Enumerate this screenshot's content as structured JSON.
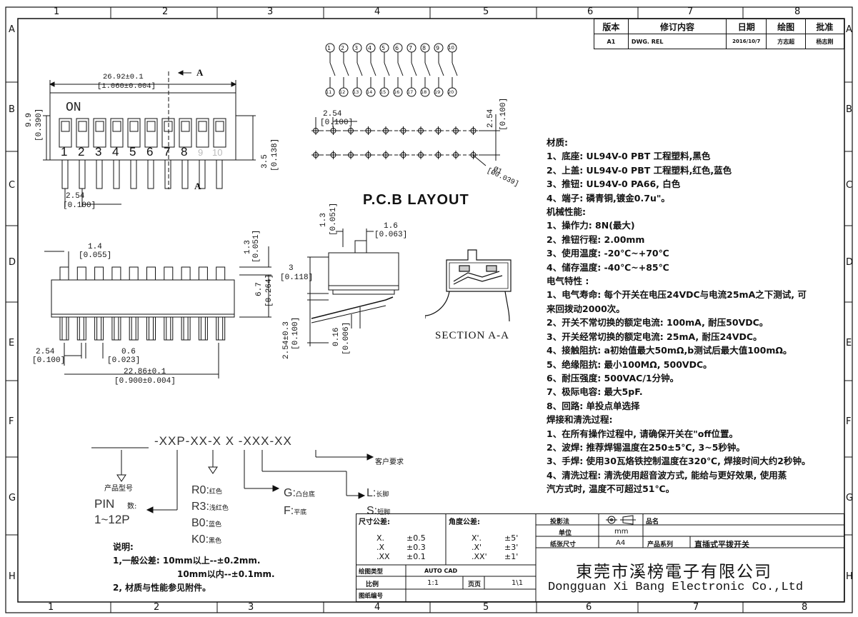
{
  "frame": {
    "col_numbers": [
      "1",
      "2",
      "3",
      "4",
      "5",
      "6",
      "7",
      "8"
    ],
    "row_letters": [
      "A",
      "B",
      "C",
      "D",
      "E",
      "F",
      "G",
      "H"
    ]
  },
  "revision_table": {
    "headers": [
      "版本",
      "修订内容",
      "日期",
      "绘图",
      "批准"
    ],
    "row": [
      "A1",
      "DWG. REL",
      "2016/10/7",
      "方志超",
      "杨志刚"
    ]
  },
  "top_view": {
    "on_label": "ON",
    "switch_numbers": [
      "1",
      "2",
      "3",
      "4",
      "5",
      "6",
      "7",
      "8",
      "9",
      "10"
    ],
    "dim_width": "26.92±0.1",
    "dim_width_in": "[1.060±0.004]",
    "section_mark": "A",
    "dim_height": "9.9",
    "dim_height_in": "[0.390]",
    "dim_pin": "3.5",
    "dim_pin_in": "[0.138]",
    "dim_pitch": "2.54",
    "dim_pitch_in": "[0.100]"
  },
  "schematic": {
    "top_pins": [
      "1",
      "2",
      "3",
      "4",
      "5",
      "6",
      "7",
      "8",
      "9",
      "10"
    ],
    "bottom_pins": [
      "11",
      "12",
      "13",
      "14",
      "15",
      "16",
      "17",
      "18",
      "19",
      "20"
    ]
  },
  "pcb": {
    "title": "P.C.B  LAYOUT",
    "pitch": "2.54",
    "pitch_in": "[0.100]",
    "row_pitch": "2.54",
    "row_pitch_in": "[0.100]",
    "hole": "Ø1",
    "hole_in": "[Ø0.039]"
  },
  "front_view": {
    "d1": "1.4",
    "d1_in": "[0.055]",
    "d2": "1.3",
    "d2_in": "[0.051]",
    "d3": "6.7",
    "d3_in": "[0.264]",
    "d4": "2.54",
    "d4_in": "[0.100]",
    "d5": "0.6",
    "d5_in": "[0.023]",
    "d6": "22.86±0.1",
    "d6_in": "[0.900±0.004]"
  },
  "side_view": {
    "d1": "1.3",
    "d1_in": "[0.051]",
    "d2": "1.6",
    "d2_in": "[0.063]",
    "d3": "3",
    "d3_in": "[0.118]",
    "d4": "2.54±0.3",
    "d4_in": "[0.100]",
    "d5": "0.16",
    "d5_in": "[0.006]"
  },
  "section_label": "SECTION  A-A",
  "notes": [
    {
      "type": "h",
      "text": "材质:"
    },
    {
      "type": "i",
      "text": "1、底座: UL94V-0 PBT 工程塑料,黑色"
    },
    {
      "type": "i",
      "text": "2、上盖: UL94V-0 PBT 工程塑料,红色,蓝色"
    },
    {
      "type": "i",
      "text": "3、推钮: UL94V-0 PA66, 白色"
    },
    {
      "type": "i",
      "text": "4、端子: 磷青铜,镀金0.7u\"。"
    },
    {
      "type": "h",
      "text": "机械性能:"
    },
    {
      "type": "i",
      "text": "1、操作力: 8N(最大)"
    },
    {
      "type": "i",
      "text": "2、推钮行程: 2.00mm"
    },
    {
      "type": "i",
      "text": "3、使用温度: -20℃~+70℃"
    },
    {
      "type": "i",
      "text": "4、储存温度: -40℃~+85℃"
    },
    {
      "type": "h",
      "text": "电气特性 :"
    },
    {
      "type": "i",
      "text": "1、电气寿命: 每个开关在电压24VDC与电流25mA之下测试, 可"
    },
    {
      "type": "i",
      "text": "    来回拨动2000次。"
    },
    {
      "type": "i",
      "text": "2、开关不常切换的额定电流: 100mA, 耐压50VDC。"
    },
    {
      "type": "i",
      "text": "3、开关经常切换的额定电流: 25mA, 耐压24VDC。"
    },
    {
      "type": "i",
      "text": "4、接触阻抗: a初始值最大50mΩ,b测试后最大值100mΩ。"
    },
    {
      "type": "i",
      "text": "5、绝缘阻抗: 最小100MΩ, 500VDC。"
    },
    {
      "type": "i",
      "text": "6、耐压强度: 500VAC/1分钟。"
    },
    {
      "type": "i",
      "text": "7、极际电容: 最大5pF."
    },
    {
      "type": "i",
      "text": "8、回路: 单投点单选择"
    },
    {
      "type": "h",
      "text": "焊接和清洗过程:"
    },
    {
      "type": "i",
      "text": "1、在所有操作过程中, 请确保开关在\"off位置。"
    },
    {
      "type": "i",
      "text": "2、波焊: 推荐焊锡温度在250±5℃, 3~5秒钟。"
    },
    {
      "type": "i",
      "text": "3、手焊: 使用30瓦烙铁控制温度在320℃, 焊接时间大约2秒钟。"
    },
    {
      "type": "i",
      "text": "4、清洗过程: 清洗使用超音波方式, 能给与更好效果, 使用蒸"
    },
    {
      "type": "i",
      "text": "    汽方式时, 温度不可超过51℃。"
    }
  ],
  "part_number": {
    "code": "-XXP-XX-X X -XXX-XX",
    "customer": "客户要求",
    "product_model": "产品型号",
    "pin_label": "PIN",
    "pin_count_label": "数:",
    "pin_range": "1~12P",
    "colors": [
      {
        "code": "R0:",
        "name": "红色"
      },
      {
        "code": "R3:",
        "name": "浅红色"
      },
      {
        "code": "B0:",
        "name": "蓝色"
      },
      {
        "code": "K0:",
        "name": "黑色"
      }
    ],
    "base": [
      {
        "code": "G:",
        "name": "凸台底"
      },
      {
        "code": "F:",
        "name": "平底"
      }
    ],
    "pins": [
      {
        "code": "L:",
        "name": "长脚"
      },
      {
        "code": "S:",
        "name": "短脚"
      }
    ]
  },
  "remarks": {
    "title": "说明:",
    "line1": "1,一般公差: 10mm以上--±0.2mm.",
    "line2": "10mm以内--±0.1mm.",
    "line3": "2, 材质与性能参见附件。"
  },
  "title_block": {
    "tol_label": "尺寸公差:",
    "ang_label": "角度公差:",
    "tol_rows": [
      [
        "X.",
        "±0.5"
      ],
      [
        ".X",
        "±0.3"
      ],
      [
        ".XX",
        "±0.1"
      ]
    ],
    "ang_rows": [
      [
        "X'.",
        "±5'"
      ],
      [
        ".X'",
        "±3'"
      ],
      [
        ".XX'",
        "±1'"
      ]
    ],
    "proj_label": "投影法",
    "name_label": "品名",
    "unit_label": "单位",
    "unit": "mm",
    "size_label": "纸张尺寸",
    "size": "A4",
    "series_label": "产品系列",
    "series": "直插式平拨开关",
    "draw_type_label": "绘图类型",
    "draw_type": "AUTO CAD",
    "scale_label": "比例",
    "scale": "1:1",
    "page_label": "页页",
    "page": "1\\1",
    "drawing_no_label": "图纸编号",
    "company_cn": "東莞市溪榜電子有限公司",
    "company_en": "Dongguan Xi Bang Electronic Co.,Ltd"
  }
}
